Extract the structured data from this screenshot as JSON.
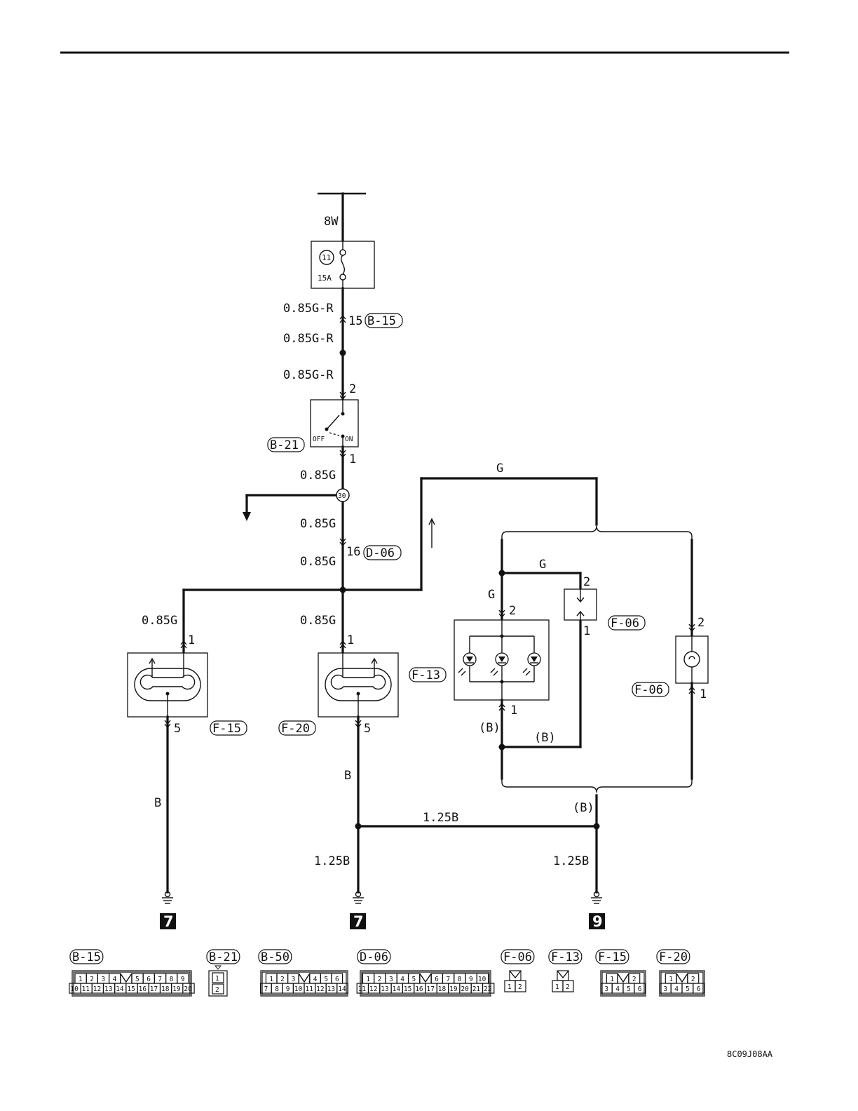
{
  "wires": {
    "supply": "8W",
    "fuse_in": "0.85G-R",
    "fuse_out_b15": "0.85G-R",
    "switch_in": "0.85G-R",
    "switch_out": "0.85G",
    "mid": "0.85G",
    "d06_out": "0.85G",
    "left_branch": "0.85G",
    "center_branch": "0.85G",
    "top_right": "G",
    "right_inner": "G",
    "right_inner_down": "G",
    "left_ground": "B",
    "center_ground": "B",
    "ground_bus": "1.25B",
    "ground7_wire": "1.25B",
    "ground9_wire": "1.25B",
    "b_label_1": "(B)",
    "b_label_2": "(B)",
    "b_label_3": "(B)"
  },
  "fuse": {
    "number": "11",
    "rating": "15A"
  },
  "switch": {
    "off": "OFF",
    "on": "ON"
  },
  "splice": "30",
  "pins": {
    "b15": "15",
    "sw_top": "2",
    "sw_bot": "1",
    "d06": "16",
    "f15_top": "1",
    "f15_bot": "5",
    "f20_top": "1",
    "f20_bot": "5",
    "f13_top": "2",
    "f13_bot": "1",
    "f06a_top": "2",
    "f06a_bot": "1",
    "f06b_top": "2",
    "f06b_bot": "1"
  },
  "connectors": {
    "b15": "B-15",
    "b21": "B-21",
    "d06": "D-06",
    "f06a": "F-06",
    "f06b": "F-06",
    "f13": "F-13",
    "f15": "F-15",
    "f20": "F-20"
  },
  "grounds": [
    "7",
    "7",
    "9"
  ],
  "connector_views": {
    "b15": {
      "label": "B-15",
      "row1": [
        "1",
        "2",
        "3",
        "4",
        "",
        "5",
        "6",
        "7",
        "8",
        "9"
      ],
      "row2": [
        "10",
        "11",
        "12",
        "13",
        "14",
        "15",
        "16",
        "17",
        "18",
        "19",
        "20"
      ]
    },
    "b21": {
      "label": "B-21",
      "row1": [
        "1"
      ],
      "row2": [
        "2"
      ]
    },
    "b50": {
      "label": "B-50",
      "row1": [
        "1",
        "2",
        "3",
        "",
        "4",
        "5",
        "6"
      ],
      "row2": [
        "7",
        "8",
        "9",
        "10",
        "11",
        "12",
        "13",
        "14"
      ]
    },
    "d06": {
      "label": "D-06",
      "row1": [
        "1",
        "2",
        "3",
        "4",
        "5",
        "",
        "6",
        "7",
        "8",
        "9",
        "10"
      ],
      "row2": [
        "11",
        "12",
        "13",
        "14",
        "15",
        "16",
        "17",
        "18",
        "19",
        "20",
        "21",
        "22"
      ]
    },
    "f06": {
      "label": "F-06",
      "row1": [
        ""
      ],
      "row2": [
        "1",
        "2"
      ]
    },
    "f13": {
      "label": "F-13",
      "row1": [
        ""
      ],
      "row2": [
        "1",
        "2"
      ]
    },
    "f15": {
      "label": "F-15",
      "row1": [
        "1",
        "",
        "2"
      ],
      "row2": [
        "3",
        "4",
        "5",
        "6"
      ]
    },
    "f20": {
      "label": "F-20",
      "row1": [
        "1",
        "",
        "2"
      ],
      "row2": [
        "3",
        "4",
        "5",
        "6"
      ]
    }
  },
  "figure_code": "8C09J08AA"
}
